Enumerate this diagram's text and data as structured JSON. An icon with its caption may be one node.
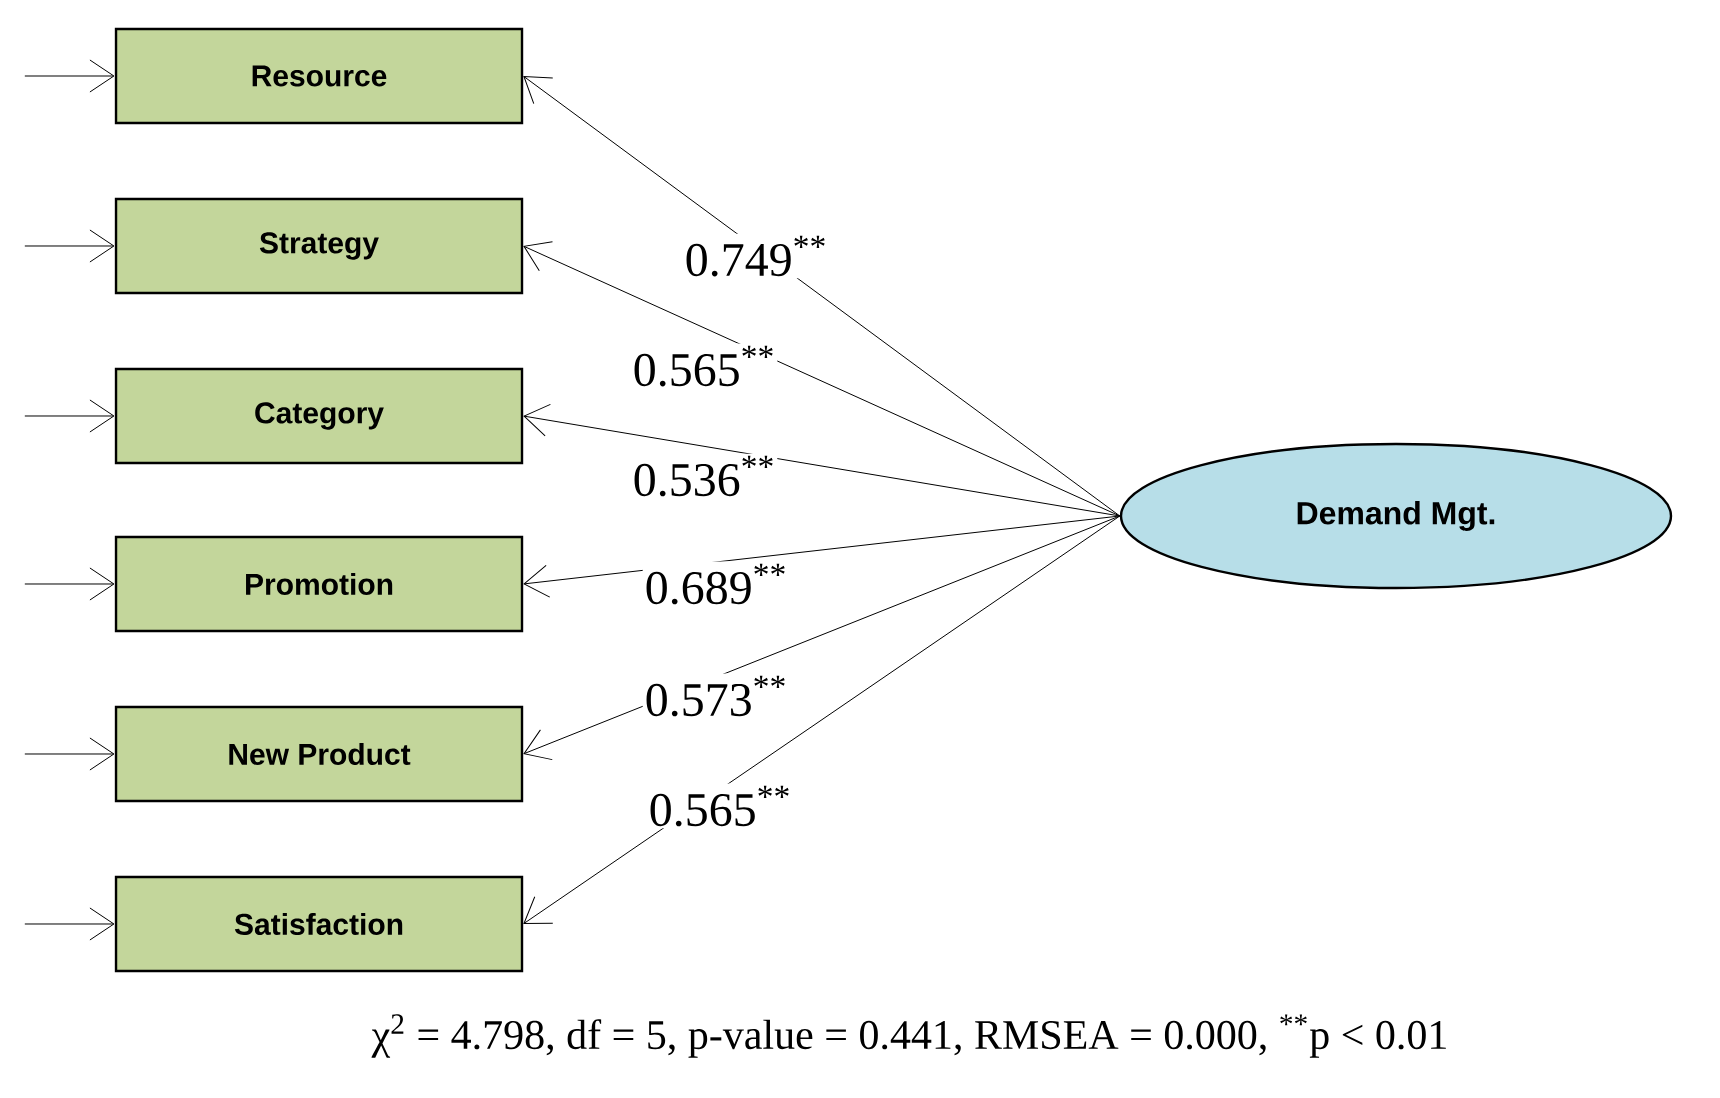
{
  "diagram": {
    "caption": "χ$^{2}$ = 4.798, df = 5, p-value = 0.441, RMSEA = 0.000, $^{**}$p < 0.01",
    "nodes": [
      {
        "text": [
          "Resource"
        ]
      },
      {
        "text": [
          "Strategy"
        ]
      },
      {
        "text": [
          "Category"
        ]
      },
      {
        "text": [
          "Promotion"
        ]
      },
      {
        "text": [
          "New Product"
        ]
      },
      {
        "text": [
          "Satisfaction"
        ]
      },
      {
        "text": [
          "Demand Mgt."
        ]
      }
    ],
    "edges": [
      {
        "from": 6,
        "to": 0,
        "arrow": "to",
        "label": "0.749$^{**}$"
      },
      {
        "from": 6,
        "to": 1,
        "arrow": "to",
        "label": "0.565$^{**}$"
      },
      {
        "from": 6,
        "to": 2,
        "arrow": "to",
        "label": "0.536$^{**}$"
      },
      {
        "from": 6,
        "to": 3,
        "arrow": "to",
        "label": "0.689$^{**}$"
      },
      {
        "from": 6,
        "to": 4,
        "arrow": "to",
        "label": "0.573$^{**}$"
      },
      {
        "from": 6,
        "to": 5,
        "arrow": "to",
        "label": "0.565$^{**}$"
      },
      {
        "from": null,
        "to": 0,
        "arrow": "to"
      },
      {
        "from": null,
        "to": 1,
        "arrow": "to"
      },
      {
        "from": null,
        "to": 2,
        "arrow": "to"
      },
      {
        "from": null,
        "to": 3,
        "arrow": "to"
      },
      {
        "from": null,
        "to": 4,
        "arrow": "to"
      },
      {
        "from": null,
        "to": 5,
        "arrow": "to"
      }
    ]
  }
}
